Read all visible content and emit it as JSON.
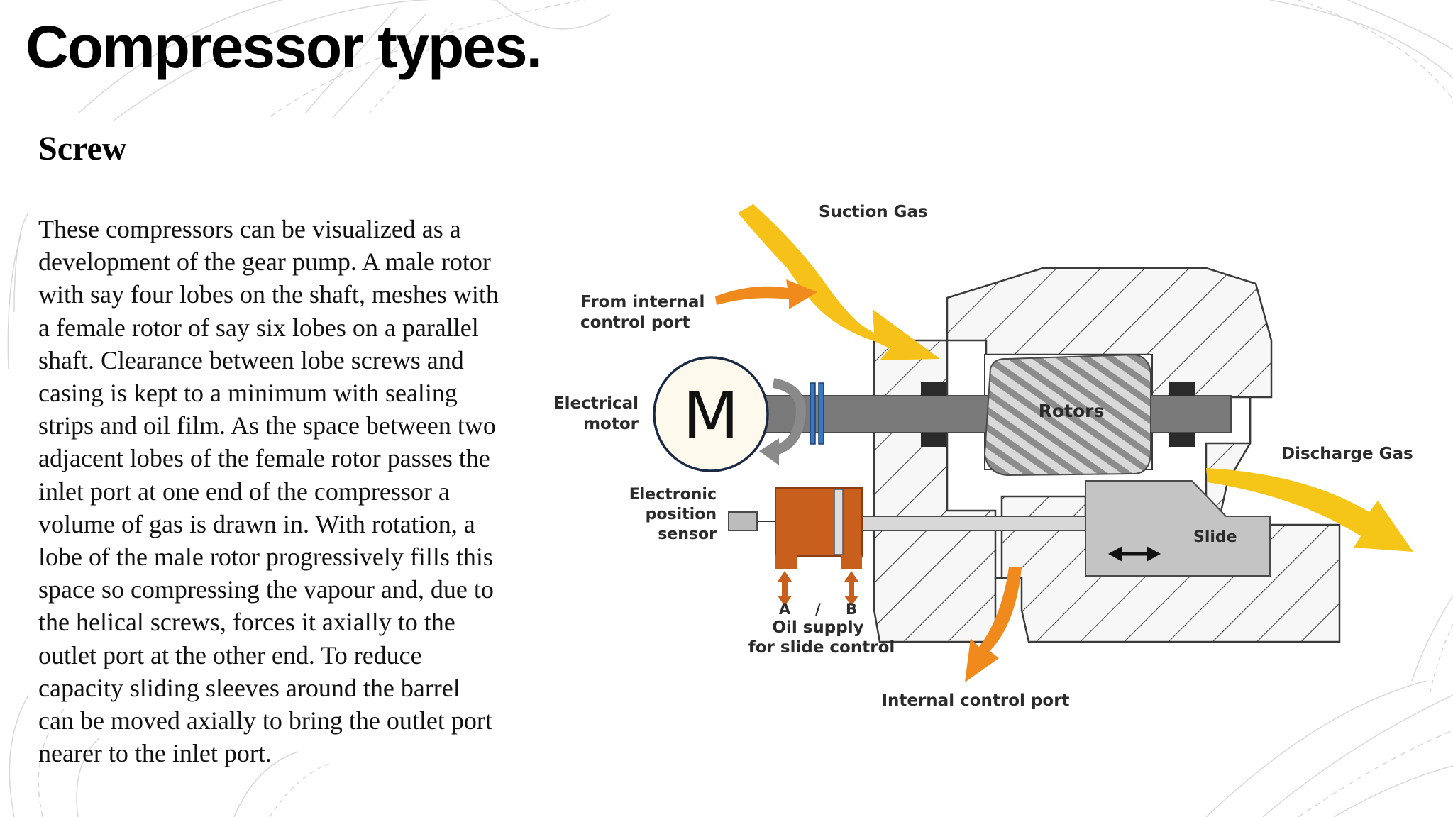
{
  "title": "Compressor types.",
  "subtitle": "Screw",
  "body_lines": [
    "These compressors can be visualized as a",
    "development of the gear pump. A male rotor",
    "with say four lobes on the shaft, meshes with",
    "a female rotor of say six lobes on a parallel",
    "shaft. Clearance between lobe screws and",
    "casing is kept to a minimum with sealing",
    "strips and oil film. As the space between two",
    "adjacent lobes of the female rotor passes the",
    "inlet port at one end of the compressor a",
    "volume of gas is drawn in. With rotation, a",
    "lobe of the male rotor progressively fills this",
    "space so compressing the vapour and, due to",
    "the helical screws, forces it axially to the",
    "outlet port at the other end. To reduce",
    "capacity sliding sleeves around the barrel",
    "can be moved axially to bring the outlet port",
    "nearer to the inlet port."
  ],
  "diagram": {
    "labels": {
      "suction_gas": "Suction Gas",
      "from_internal_1": "From internal",
      "from_internal_2": "control port",
      "electrical_1": "Electrical",
      "electrical_2": "motor",
      "motor_symbol": "M",
      "rotors": "Rotors",
      "discharge_gas": "Discharge Gas",
      "sensor_1": "Electronic",
      "sensor_2": "position",
      "sensor_3": "sensor",
      "slide": "Slide",
      "port_a": "A",
      "port_sep": "/",
      "port_b": "B",
      "oil_1": "Oil supply",
      "oil_2": "for slide control",
      "internal_port": "Internal control port"
    },
    "colors": {
      "suction_arrow": "#f6c21a",
      "discharge_arrow": "#f5c518",
      "control_arrow": "#f08a1c",
      "actuator": "#c85f1c",
      "shaft": "#7a7a7a",
      "slide": "#c4c4c4",
      "coupling": "#3b78c4",
      "motor_ring": "#1a2a44"
    }
  }
}
